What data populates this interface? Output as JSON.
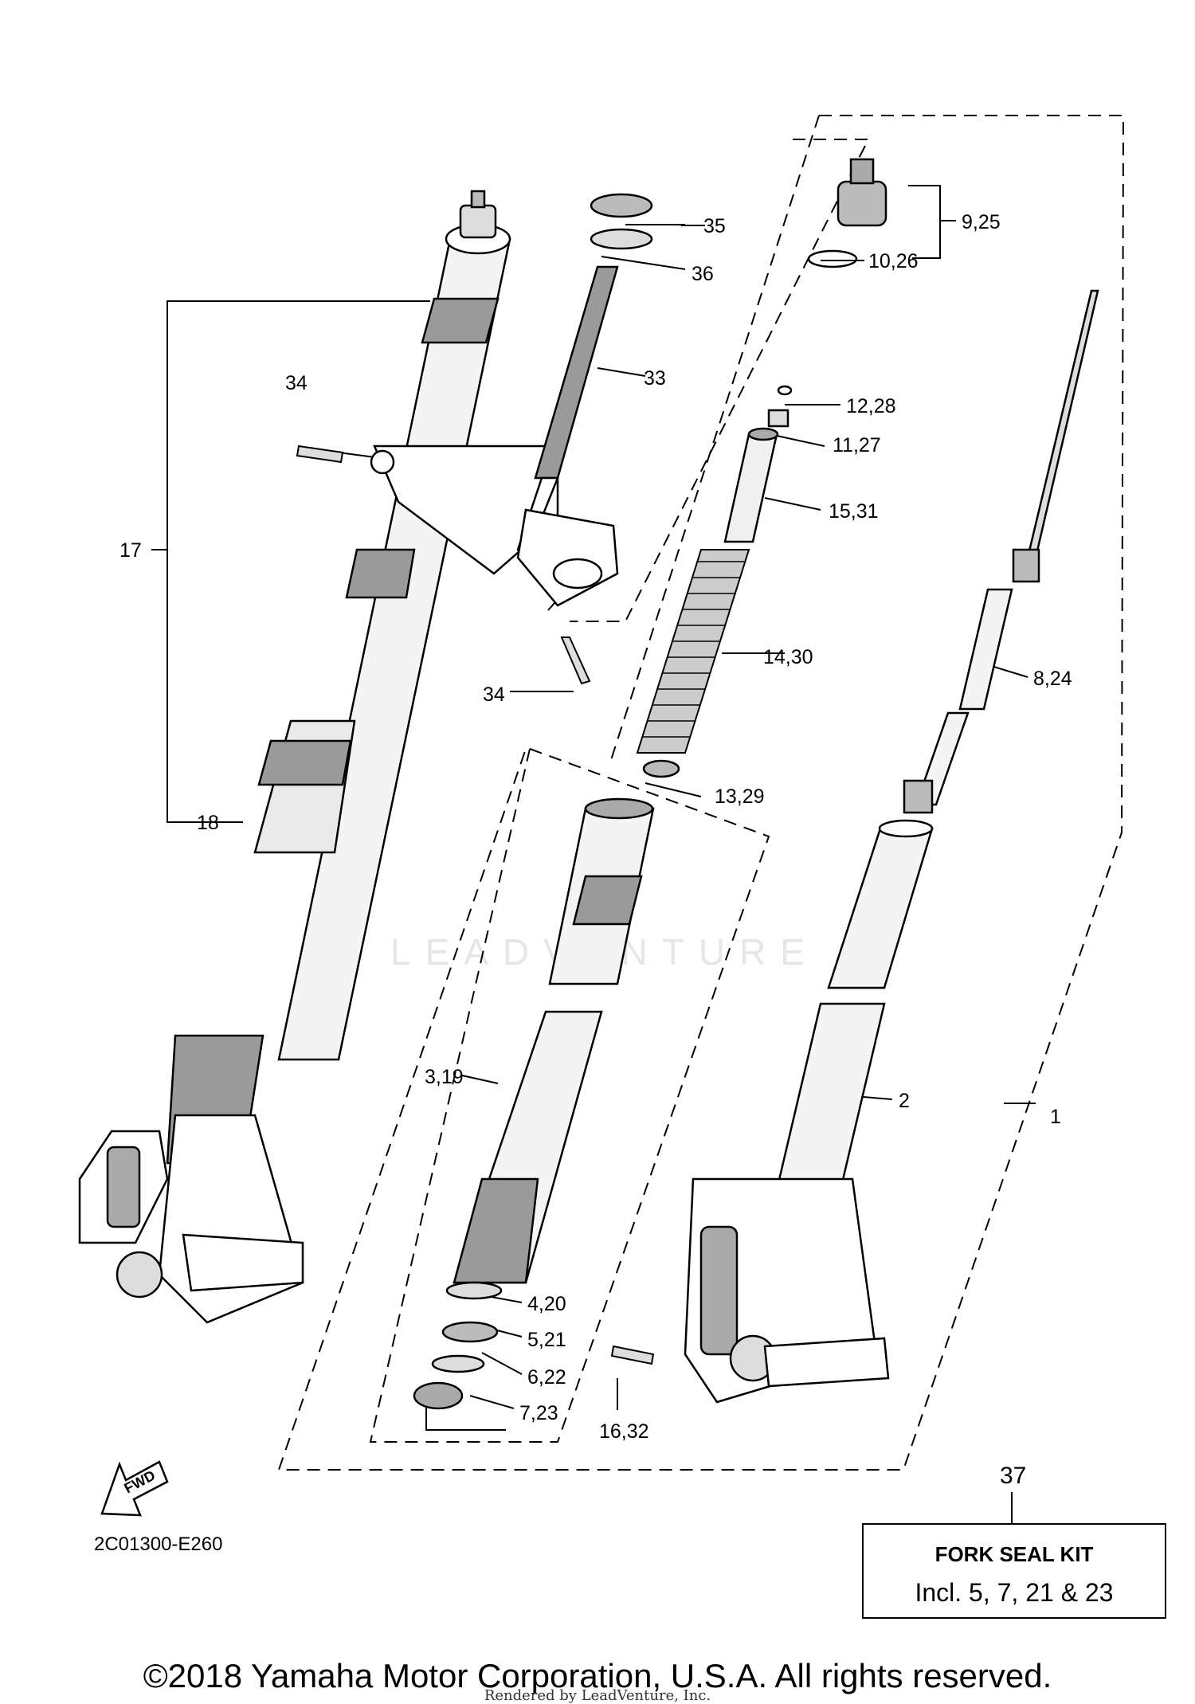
{
  "watermark": "LEADVENTURE",
  "diagram_code": "2C01300-E260",
  "fwd_label": "FWD",
  "callouts": {
    "c1": "1",
    "c2": "2",
    "c3_19": "3,19",
    "c4_20": "4,20",
    "c5_21": "5,21",
    "c6_22": "6,22",
    "c7_23": "7,23",
    "c8_24": "8,24",
    "c9_25": "9,25",
    "c10_26": "10,26",
    "c11_27": "11,27",
    "c12_28": "12,28",
    "c13_29": "13,29",
    "c14_30": "14,30",
    "c15_31": "15,31",
    "c16_32": "16,32",
    "c17": "17",
    "c18": "18",
    "c33": "33",
    "c34_top": "34",
    "c34_bottom": "34",
    "c35": "35",
    "c36": "36",
    "c37": "37"
  },
  "kit": {
    "title": "FORK SEAL KIT",
    "description": "Incl. 5, 7, 21 & 23"
  },
  "copyright": "©2018 Yamaha Motor Corporation, U.S.A. All rights reserved.",
  "rendered_by": "Rendered by LeadVenture, Inc."
}
